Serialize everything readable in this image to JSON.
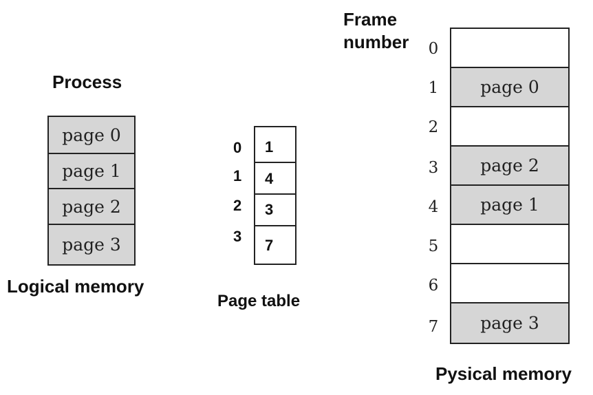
{
  "process_title": "Process",
  "logical_memory": {
    "label": "Logical memory",
    "pages": [
      "page 0",
      "page 1",
      "page 2",
      "page 3"
    ]
  },
  "page_table": {
    "label": "Page table",
    "indices": [
      "0",
      "1",
      "2",
      "3"
    ],
    "entries": [
      "1",
      "4",
      "3",
      "7"
    ]
  },
  "physical_memory": {
    "header_line1": "Frame",
    "header_line2": "number",
    "label": "Pysical memory",
    "frame_numbers": [
      "0",
      "1",
      "2",
      "3",
      "4",
      "5",
      "6",
      "7"
    ],
    "frames": [
      "",
      "page 0",
      "",
      "page 2",
      "page 1",
      "",
      "",
      "page 3"
    ]
  },
  "colors": {
    "occupied_fill": "#d6d6d6",
    "empty_fill": "#ffffff",
    "border": "#222222"
  }
}
